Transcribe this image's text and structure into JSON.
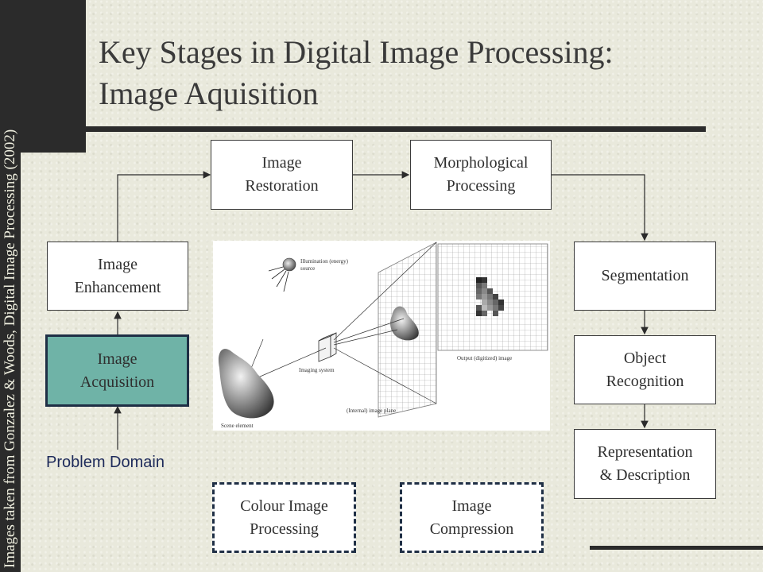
{
  "slide": {
    "title_line1": "Key Stages in Digital Image Processing:",
    "title_line2": "Image Aquisition",
    "credit": "Images taken from Gonzalez & Woods, Digital Image Processing (2002)"
  },
  "stages": {
    "restoration": "Image\nRestoration",
    "morphological": "Morphological\nProcessing",
    "enhancement": "Image\nEnhancement",
    "acquisition": "Image\nAcquisition",
    "segmentation": "Segmentation",
    "object_recognition": "Object\nRecognition",
    "representation": "Representation\n& Description",
    "colour": "Colour Image\nProcessing",
    "compression": "Image\nCompression"
  },
  "problem_domain": "Problem Domain",
  "figure": {
    "illumination": "Illumination (energy)",
    "illumination2": "source",
    "output": "Output (digitized) image",
    "imaging_system": "Imaging system",
    "image_plane": "(Internal) image plane",
    "scene_element": "Scene element"
  },
  "colors": {
    "active_box": "#6fb3a7",
    "dark_frame": "#2b2b2b",
    "dashed_border": "#1f2f45"
  }
}
